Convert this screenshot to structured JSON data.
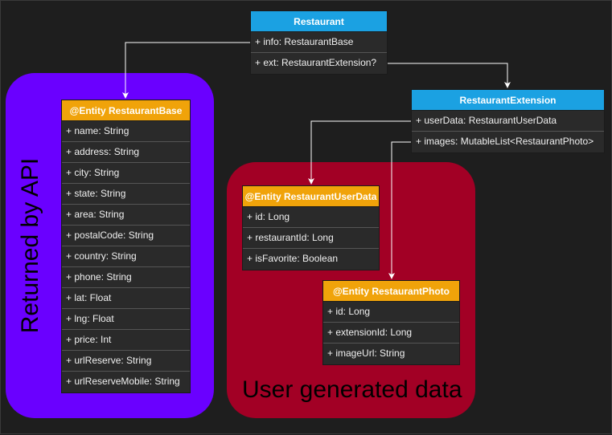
{
  "regions": {
    "api": {
      "label": "Returned by API",
      "color": "#6a00ff"
    },
    "user": {
      "label": "User generated data",
      "color": "#a20025"
    }
  },
  "classes": {
    "restaurant": {
      "title": "Restaurant",
      "fields": [
        "+ info: RestaurantBase",
        "+ ext: RestaurantExtension?"
      ]
    },
    "extension": {
      "title": "RestaurantExtension",
      "fields": [
        "+ userData: RestaurantUserData",
        "+ images: MutableList<RestaurantPhoto>"
      ]
    },
    "base": {
      "title": "@Entity RestaurantBase",
      "fields": [
        "+ name: String",
        "+ address: String",
        "+ city: String",
        "+ state: String",
        "+ area: String",
        "+ postalCode: String",
        "+ country: String",
        "+ phone: String",
        "+ lat: Float",
        "+ lng: Float",
        "+ price: Int",
        "+ urlReserve: String",
        "+ urlReserveMobile: String"
      ]
    },
    "userdata": {
      "title": "@Entity RestaurantUserData",
      "fields": [
        "+ id: Long",
        "+ restaurantId: Long",
        "+ isFavorite: Boolean"
      ]
    },
    "photo": {
      "title": "@Entity RestaurantPhoto",
      "fields": [
        "+ id: Long",
        "+ extensionId: Long",
        "+ imageUrl: String"
      ]
    }
  },
  "colors": {
    "class_header": "#1ba1e2",
    "entity_header": "#f0a30a",
    "background": "#1e1e1e",
    "connector": "#ffffff"
  }
}
